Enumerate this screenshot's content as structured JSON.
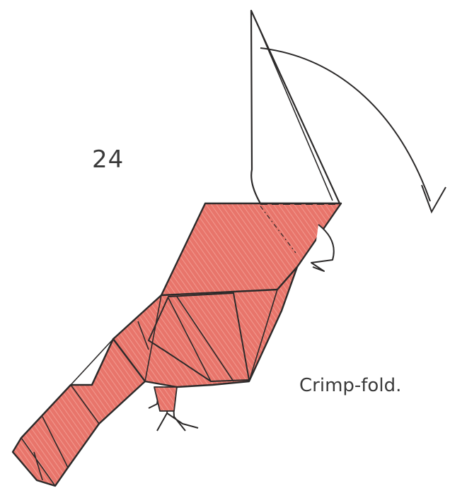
{
  "step": {
    "number": "24",
    "caption": "Crimp-fold."
  },
  "colors": {
    "paper": "#e8756b",
    "paper_shade": "#d9645b",
    "hatch": "#f29a90",
    "line": "#2c2a2a",
    "background": "#ffffff"
  },
  "icons": {
    "fold_arrow": "curved-arrow-icon",
    "crimp_line": "dashed-valley-fold-line"
  }
}
